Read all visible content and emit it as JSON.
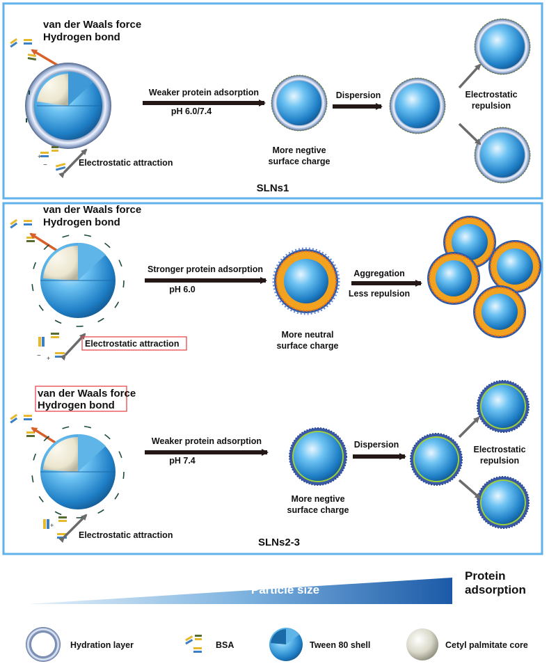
{
  "colors": {
    "panel_border": "#5fb2ea",
    "arrow_dark": "#231815",
    "arrow_orange": "#d9602a",
    "arrow_gray": "#6b6b6b",
    "sphere_blue": "#2f8ccf",
    "core_cream": "#f1ecd8",
    "callout_red": "#e8474c"
  },
  "panel1": {
    "bond_line1": "van der Waals force",
    "bond_line2": "Hydrogen bond",
    "arrow1_top": "Weaker protein adsorption",
    "arrow1_bottom": "pH 6.0/7.4",
    "particle_caption_line1": "More negtive",
    "particle_caption_line2": "surface charge",
    "arrow2_label": "Dispersion",
    "repulsion_line1": "Electrostatic",
    "repulsion_line2": "repulsion",
    "attraction": "Electrostatic attraction",
    "title": "SLNs1"
  },
  "panel2a": {
    "bond_line1": "van der Waals force",
    "bond_line2": "Hydrogen bond",
    "arrow1_top": "Stronger protein adsorption",
    "arrow1_bottom": "pH 6.0",
    "particle_caption_line1": "More neutral",
    "particle_caption_line2": "surface charge",
    "arrow2_top": "Aggregation",
    "arrow2_bottom": "Less repulsion",
    "attraction": "Electrostatic attraction"
  },
  "panel2b": {
    "bond_line1": "van der Waals force",
    "bond_line2": "Hydrogen bond",
    "arrow1_top": "Weaker protein adsorption",
    "arrow1_bottom": "pH 7.4",
    "particle_caption_line1": "More negtive",
    "particle_caption_line2": "surface charge",
    "arrow2_label": "Dispersion",
    "repulsion_line1": "Electrostatic",
    "repulsion_line2": "repulsion",
    "attraction": "Electrostatic attraction",
    "title": "SLNs2-3"
  },
  "scale": {
    "particle_size": "Particle size",
    "protein_line1": "Protein",
    "protein_line2": "adsorption"
  },
  "legend": {
    "hydration": "Hydration layer",
    "bsa": "BSA",
    "tween": "Tween 80 shell",
    "core": "Cetyl palmitate core"
  }
}
